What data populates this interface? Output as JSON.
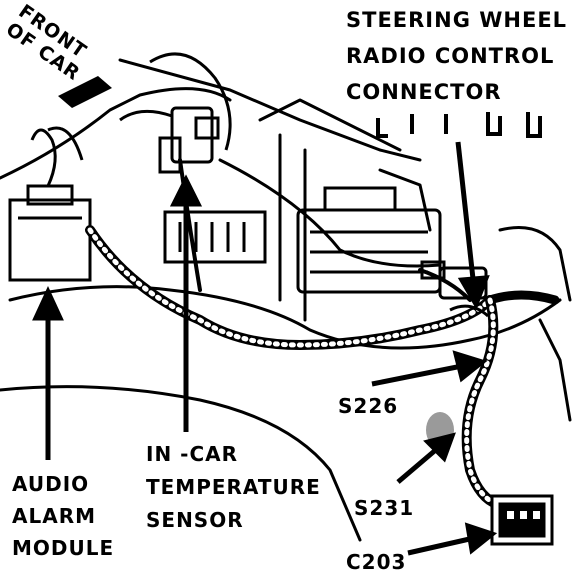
{
  "diagram": {
    "labels": {
      "front_of_car": [
        "FRONT",
        "OF CAR"
      ],
      "steering_connector": [
        "STEERING WHEEL",
        "RADIO CONTROL",
        "CONNECTOR"
      ],
      "s226": "S226",
      "s231": "S231",
      "c203": "C203",
      "in_car_sensor": [
        "IN -CAR",
        "TEMPERATURE",
        "SENSOR"
      ],
      "audio_alarm": [
        "AUDIO",
        "ALARM",
        "MODULE"
      ]
    },
    "colors": {
      "ink": "#000000",
      "paper": "#ffffff",
      "shade": "#9a9a9a"
    }
  }
}
